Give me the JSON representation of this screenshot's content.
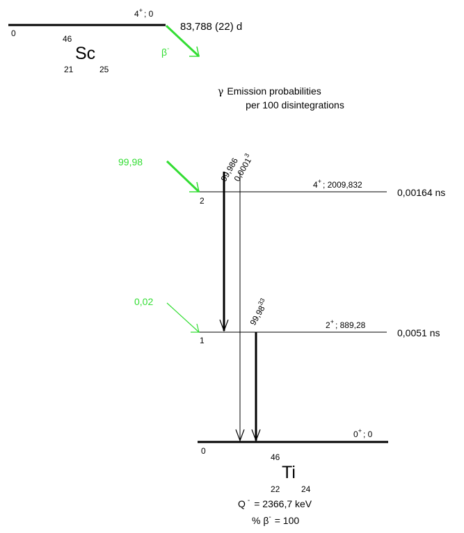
{
  "parent": {
    "symbol": "Sc",
    "mass_number": "46",
    "proton_number": "21",
    "neutron_number": "25",
    "level_energy": "0",
    "level_spin": "4",
    "level_parity": "+",
    "level_energy_label": "; 0",
    "half_life": "83,788 (22) d"
  },
  "decay": {
    "mode": "β",
    "mode_sign": "-"
  },
  "gamma_header": {
    "gamma_symbol": "γ",
    "line1": "Emission probabilities",
    "line2": "per 100 disintegrations"
  },
  "daughter_levels": [
    {
      "index": "2",
      "spin": "4",
      "parity": "+",
      "energy_label": "; 2009,832",
      "half_life": "0,00164 ns",
      "beta_feeding": "99,98"
    },
    {
      "index": "1",
      "spin": "2",
      "parity": "+",
      "energy_label": "; 889,28",
      "half_life": "0,0051 ns",
      "beta_feeding": "0,02"
    },
    {
      "index": "0",
      "spin": "0",
      "parity": "+",
      "energy_label": "; 0"
    }
  ],
  "gamma_transitions": [
    {
      "from": "2",
      "to": "1",
      "intensity": "99,986",
      "exponent": "",
      "emphasis": "strong"
    },
    {
      "from": "2",
      "to": "0",
      "intensity": "0,0001",
      "exponent": "3",
      "emphasis": "weak"
    },
    {
      "from": "1",
      "to": "0",
      "intensity": "99,98",
      "exponent": "33",
      "emphasis": "strong"
    }
  ],
  "daughter": {
    "symbol": "Ti",
    "mass_number": "46",
    "proton_number": "22",
    "neutron_number": "24",
    "q_label": "Q",
    "q_sign": "-",
    "q_value": "= 2366,7 keV",
    "branch_label": "% β",
    "branch_sign": "-",
    "branch_value": "= 100"
  },
  "colors": {
    "beta": "#33dd33",
    "lines": "#000000"
  }
}
